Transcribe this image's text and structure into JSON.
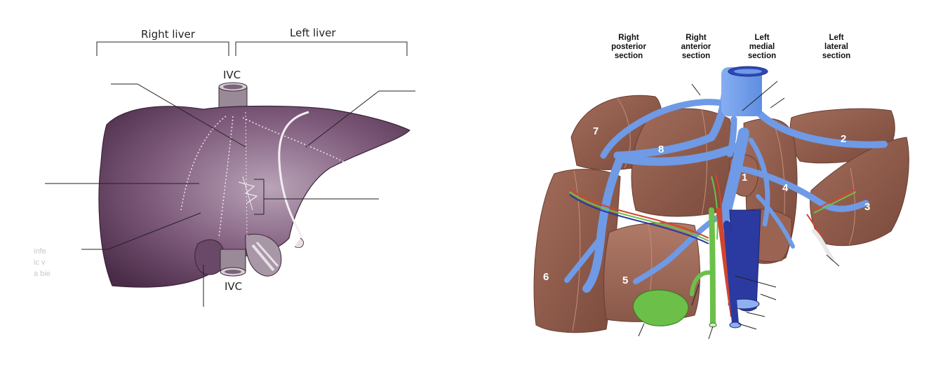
{
  "left_diagram": {
    "right_liver_label": "Right liver",
    "left_liver_label": "Left liver",
    "ivc_top_label": "IVC",
    "ivc_bottom_label": "IVC",
    "faint_text": [
      "infe",
      "ic v",
      "a bie"
    ]
  },
  "right_diagram": {
    "sections": [
      {
        "line1": "Right",
        "line2": "posterior",
        "line3": "section"
      },
      {
        "line1": "Right",
        "line2": "anterior",
        "line3": "section"
      },
      {
        "line1": "Left",
        "line2": "medial",
        "line3": "section"
      },
      {
        "line1": "Left",
        "line2": "lateral",
        "line3": "section"
      }
    ],
    "segments": [
      "1",
      "2",
      "3",
      "4",
      "5",
      "6",
      "7",
      "8"
    ]
  },
  "colors": {
    "liver_purple": "#6d4a6a",
    "liver_brown": "#8a5a4a",
    "portal_blue": "#6f9ae6",
    "ivc_dark_blue": "#2b3aa0",
    "artery_red": "#d2452e",
    "bile_green": "#6cc04a"
  }
}
